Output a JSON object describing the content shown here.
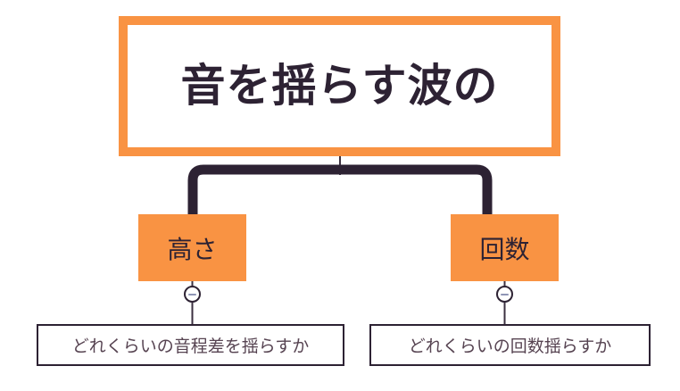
{
  "diagram": {
    "type": "mind-map",
    "root": {
      "title": "音を揺らす波の",
      "border_color": "#f99343",
      "fill_color": "#ffffff",
      "text_color": "#2d2233"
    },
    "branches": [
      {
        "label": "高さ",
        "fill_color": "#f99343",
        "text_color": "#2d2233",
        "toggle_icon": "minus-circle-icon",
        "toggle_state": "expanded",
        "leaf": "どれくらいの音程差を揺らすか"
      },
      {
        "label": "回数",
        "fill_color": "#f99343",
        "text_color": "#2d2233",
        "toggle_icon": "minus-circle-icon",
        "toggle_state": "expanded",
        "leaf": "どれくらいの回数揺らすか"
      }
    ],
    "leaf_style": {
      "border_color": "#2d2233",
      "fill_color": "#ffffff",
      "text_color": "#574452"
    },
    "connector": {
      "color": "#2d2233",
      "thin_color": "#3b3040"
    }
  }
}
